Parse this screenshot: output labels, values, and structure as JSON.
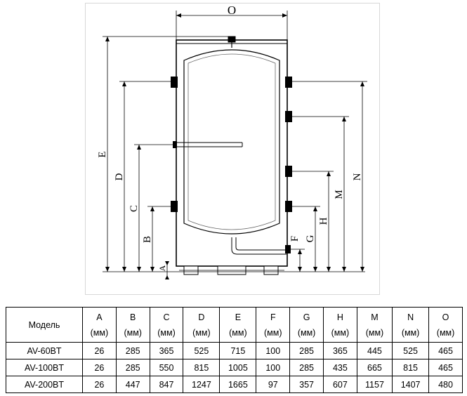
{
  "drawing": {
    "dimension_labels": [
      "O",
      "E",
      "D",
      "C",
      "B",
      "A",
      "F",
      "G",
      "H",
      "M",
      "N"
    ]
  },
  "table": {
    "model_header": "Модель",
    "unit": "(мм)",
    "columns": [
      "A",
      "B",
      "C",
      "D",
      "E",
      "F",
      "G",
      "H",
      "M",
      "N",
      "O"
    ],
    "rows": [
      {
        "model": "AV-60BT",
        "values": [
          "26",
          "285",
          "365",
          "525",
          "715",
          "100",
          "285",
          "365",
          "445",
          "525",
          "465"
        ]
      },
      {
        "model": "AV-100BT",
        "values": [
          "26",
          "285",
          "550",
          "815",
          "1005",
          "100",
          "285",
          "435",
          "665",
          "815",
          "465"
        ]
      },
      {
        "model": "AV-200BT",
        "values": [
          "26",
          "447",
          "847",
          "1247",
          "1665",
          "97",
          "357",
          "607",
          "1157",
          "1407",
          "480"
        ]
      }
    ]
  }
}
